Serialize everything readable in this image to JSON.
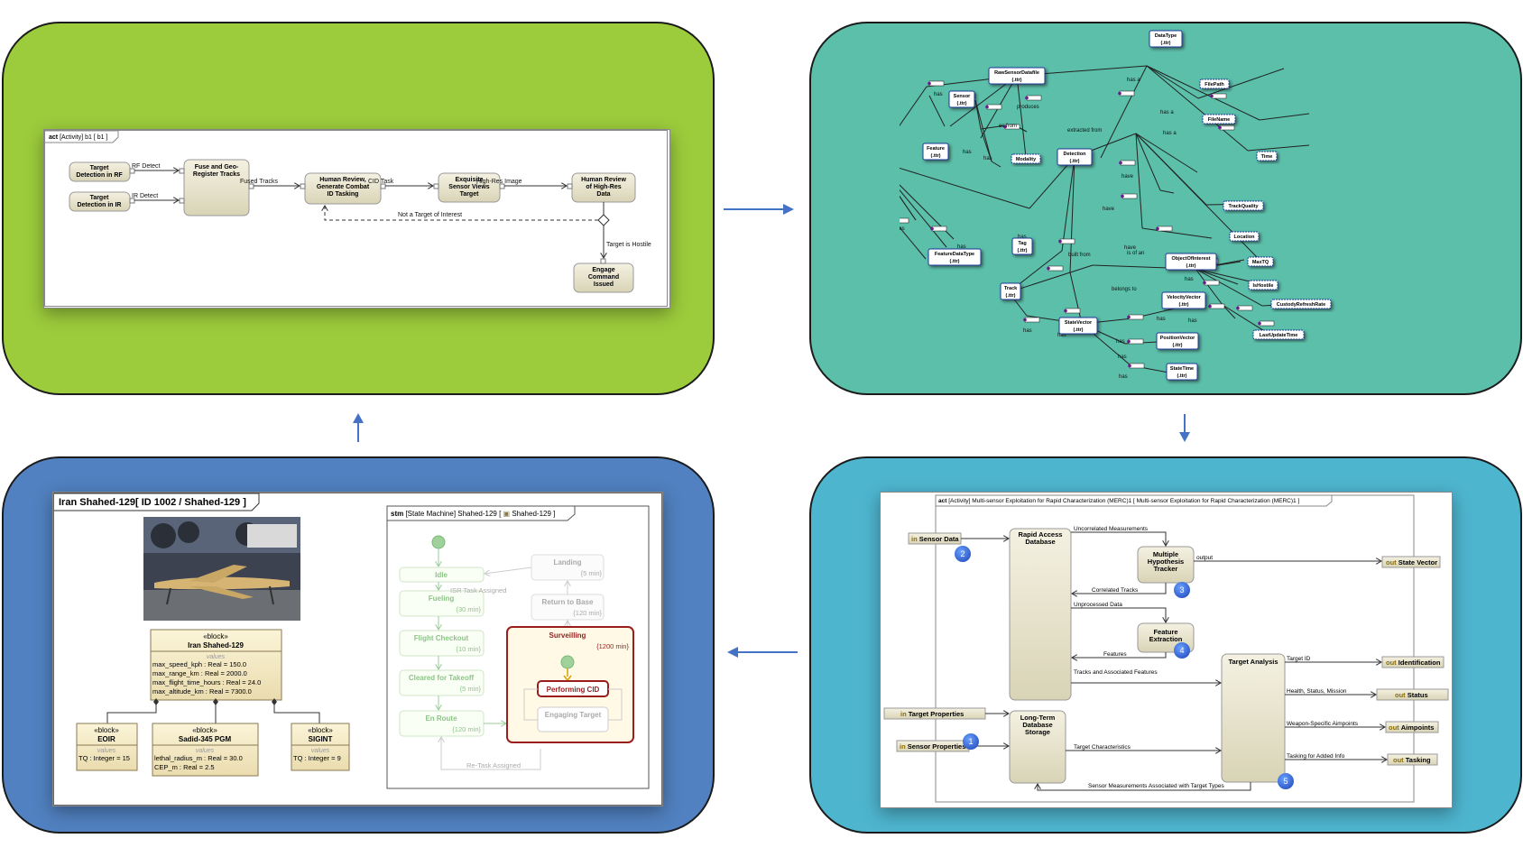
{
  "activity1": {
    "frame_label": "act [Activity] b1 [ b1 ]",
    "act_keyword": "act",
    "nodes": {
      "rf": [
        "Target",
        "Detection in RF"
      ],
      "ir": [
        "Target",
        "Detection in IR"
      ],
      "fuse": [
        "Fuse and Geo-",
        "Register Tracks"
      ],
      "human": [
        "Human Review,",
        "Generate Combat",
        "ID Tasking"
      ],
      "exq": [
        "Exquisite",
        "Sensor Views",
        "Target"
      ],
      "hrev": [
        "Human Review",
        "of High-Res",
        "Data"
      ],
      "engage": [
        "Engage",
        "Command",
        "Issued"
      ]
    },
    "edges": {
      "rf_detect": "RF Detect",
      "ir_detect": "IR Detect",
      "fused": "Fused Tracks",
      "cid": "CID Task",
      "hires": "High-Res Image",
      "not_target": "Not a Target of Interest",
      "hostile": "Target is Hostile"
    }
  },
  "ontology": {
    "nodes": {
      "raw": [
        "RawSensorDatafile",
        "(.ttr)"
      ],
      "datatype": [
        "DataType",
        "(.ttr)"
      ],
      "filepath": [
        "FilePath"
      ],
      "filename": [
        "FileName"
      ],
      "sensor": [
        "Sensor",
        "(.ttr)"
      ],
      "modality": [
        "Modality"
      ],
      "feature": [
        "Feature",
        "(.ttr)"
      ],
      "detection": [
        "Detection",
        "(.ttr)"
      ],
      "time": [
        "Time"
      ],
      "trackquality": [
        "TrackQuality"
      ],
      "location": [
        "Location"
      ],
      "tag": [
        "Tag",
        "(.ttr)"
      ],
      "fdt": [
        "FeatureDataType",
        "(.ttr)"
      ],
      "ooi": [
        "ObjectOfInterest",
        "(.ttr)"
      ],
      "maxtq": [
        "MaxTQ"
      ],
      "ishostile": [
        "IsHostile"
      ],
      "custody": [
        "CustodyRefreshRate"
      ],
      "lastupdate": [
        "LastUpdateTime"
      ],
      "track": [
        "Track",
        "(.ttr)"
      ],
      "velocity": [
        "VelocityVector",
        "(.ttr)"
      ],
      "statevec": [
        "StateVector",
        "(.ttr)"
      ],
      "position": [
        "PositionVector",
        "(.ttr)"
      ],
      "statetime": [
        "StateTime",
        "(.ttr)"
      ]
    },
    "labels": {
      "has": "has",
      "has_a": "has a",
      "have": "have",
      "produces": "produces",
      "es_from": "es from",
      "extracted_from": "extracted from",
      "built_from": "built from",
      "is_of_an": "is of an",
      "belongs_to": "belongs to"
    }
  },
  "shahed": {
    "title": "Iran Shahed-129[ ID 1002 / Shahed-129 ]",
    "stereotype": "«block»",
    "values_label": "values",
    "main_block": {
      "name": "Iran Shahed-129",
      "values": [
        "max_speed_kph : Real = 150.0",
        "max_range_km : Real = 2000.0",
        "max_flight_time_hours : Real = 24.0",
        "max_altitude_km : Real = 7300.0"
      ]
    },
    "blocks": [
      {
        "name": "EOIR",
        "values": [
          "TQ : Integer = 15"
        ]
      },
      {
        "name": "Sadid-345 PGM",
        "values": [
          "lethal_radius_m : Real = 30.0",
          "CEP_m : Real = 2.5"
        ]
      },
      {
        "name": "SIGINT",
        "values": [
          "TQ : Integer = 9"
        ]
      }
    ],
    "stm": {
      "label": "stm [State Machine] Shahed-129 [   Shahed-129 ]",
      "stm_keyword": "stm",
      "states": {
        "idle": {
          "name": "Idle",
          "time": ""
        },
        "fueling": {
          "name": "Fueling",
          "time": "{30 min}"
        },
        "checkout": {
          "name": "Flight Checkout",
          "time": "{10 min}"
        },
        "cleared": {
          "name": "Cleared for Takeoff",
          "time": "{5 min}"
        },
        "enroute": {
          "name": "En Route",
          "time": "{120 min}"
        },
        "landing": {
          "name": "Landing",
          "time": "{5 min}"
        },
        "rtb": {
          "name": "Return to Base",
          "time": "{120 min}"
        },
        "surveilling": {
          "name": "Surveilling",
          "time": "{1200 min}"
        },
        "performing": {
          "name": "Performing CID",
          "time": ""
        },
        "engaging": {
          "name": "Engaging Target",
          "time": ""
        }
      },
      "transitions": {
        "isr": "ISR Task Assigned",
        "retask": "Re-Task Assigned"
      }
    }
  },
  "merc": {
    "frame_label": "act [Activity] Multi-sensor Exploitation for Rapid Characterization (MERC)1 [ Multi-sensor Exploitation for Rapid Characterization (MERC)1 ]",
    "act_keyword": "act",
    "in_kw": "in",
    "out_kw": "out",
    "inputs": {
      "sensor_data": "Sensor Data",
      "target_props": "Target Properties",
      "sensor_props": "Sensor Properties"
    },
    "outputs": {
      "state_vector": "State Vector",
      "identification": "Identification",
      "status": "Status",
      "aimpoints": "Aimpoints",
      "tasking": "Tasking"
    },
    "actions": {
      "rad": [
        "Rapid Access",
        "Database"
      ],
      "mht": [
        "Multiple",
        "Hypothesis",
        "Tracker"
      ],
      "fe": [
        "Feature",
        "Extraction"
      ],
      "ta": [
        "Target Analysis"
      ],
      "ltd": [
        "Long-Term",
        "Database",
        "Storage"
      ]
    },
    "flows": {
      "uncorrelated": "Uncorrelated Measurements",
      "output": "output",
      "correlated": "Correlated Tracks",
      "unprocessed": "Unprocessed Data",
      "features": "Features",
      "tracks_feat": "Tracks and Associated Features",
      "target_id": "Target ID",
      "hsm": "Health, Status, Mission",
      "weapon": "Weapon-Specific Aimpoints",
      "target_char": "Target Characteristics",
      "tasking_info": "Tasking for Added Info",
      "smatt": "Sensor Measurements Associated with Target Types"
    },
    "badges": [
      "1",
      "2",
      "3",
      "4",
      "5"
    ]
  },
  "colors": {
    "green": "#9ccc3c",
    "teal": "#5bbfaa",
    "blue": "#5181c0",
    "cyan": "#4eb5cf",
    "arrow": "#4472c4"
  }
}
